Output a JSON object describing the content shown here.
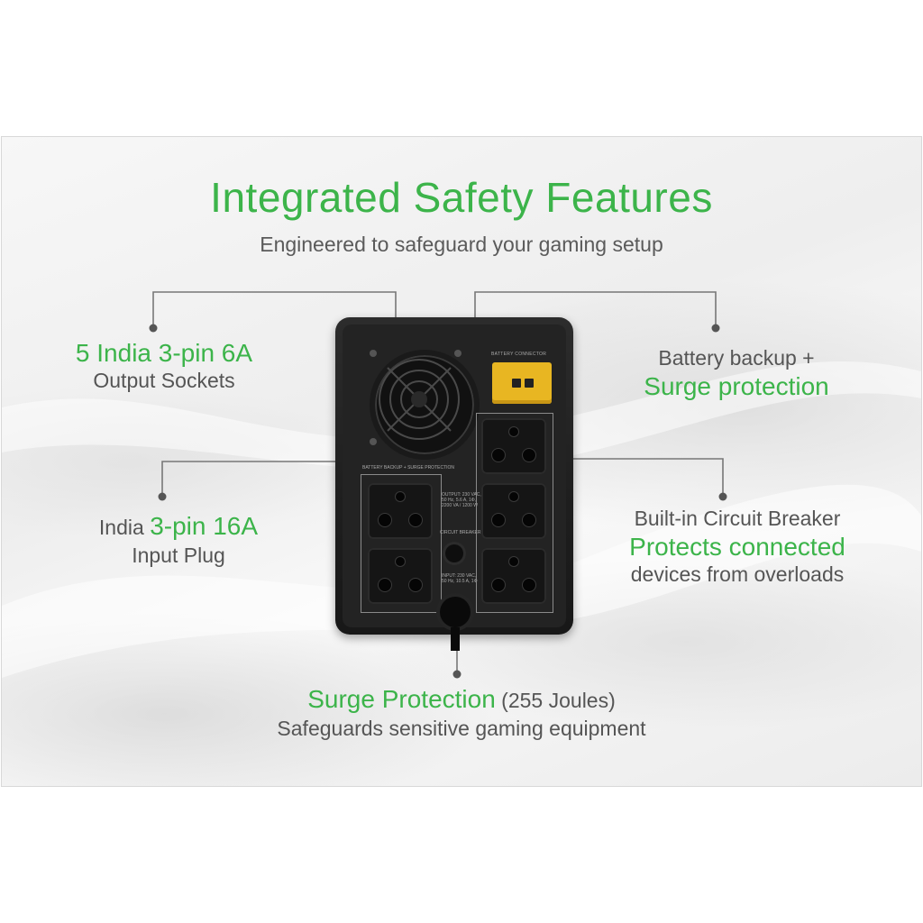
{
  "header": {
    "title": "Integrated Safety Features",
    "subtitle": "Engineered to safeguard your gaming setup"
  },
  "callouts": {
    "output_sockets": {
      "highlight": "5 India 3-pin 6A",
      "text": "Output Sockets"
    },
    "input_plug": {
      "prefix": "India ",
      "highlight": "3-pin 16A",
      "text": "Input Plug"
    },
    "battery_backup": {
      "text": "Battery backup +",
      "highlight": "Surge protection"
    },
    "circuit_breaker": {
      "text": "Built-in Circuit Breaker",
      "highlight": "Protects connected",
      "text2": "devices from overloads"
    },
    "surge": {
      "highlight": "Surge Protection",
      "suffix": " (255 Joules)",
      "text": "Safeguards sensitive gaming equipment"
    }
  },
  "device": {
    "battery_connector_label": "BATTERY CONNECTOR",
    "backup_label": "BATTERY BACKUP + SURGE PROTECTION",
    "output_label": "OUTPUT: 230 VAC, 50 Hz, 5.6 A, 1Φ, 2200 VA / 1200 W",
    "breaker_label": "CIRCUIT BREAKER",
    "input_label": "INPUT: 230 VAC, 50 Hz, 10.5 A, 1Φ"
  },
  "colors": {
    "accent": "#3cb44a",
    "text": "#555555",
    "device": "#222222",
    "connector": "#e8b622"
  }
}
